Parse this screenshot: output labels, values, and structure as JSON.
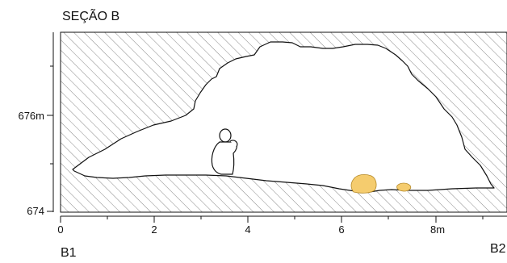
{
  "title": "SEÇÃO B",
  "y_axis": {
    "ticks": [
      {
        "label": "676m"
      },
      {
        "label": "674"
      }
    ]
  },
  "x_axis": {
    "ticks": [
      {
        "label": "0"
      },
      {
        "label": "2"
      },
      {
        "label": "4"
      },
      {
        "label": "6"
      },
      {
        "label": "8m"
      }
    ]
  },
  "endpoints": {
    "left": "B1",
    "right": "B2"
  },
  "colors": {
    "rock_hatch": "#8a8a8a",
    "outline": "#111111",
    "boulders": "#f5cc6e"
  }
}
